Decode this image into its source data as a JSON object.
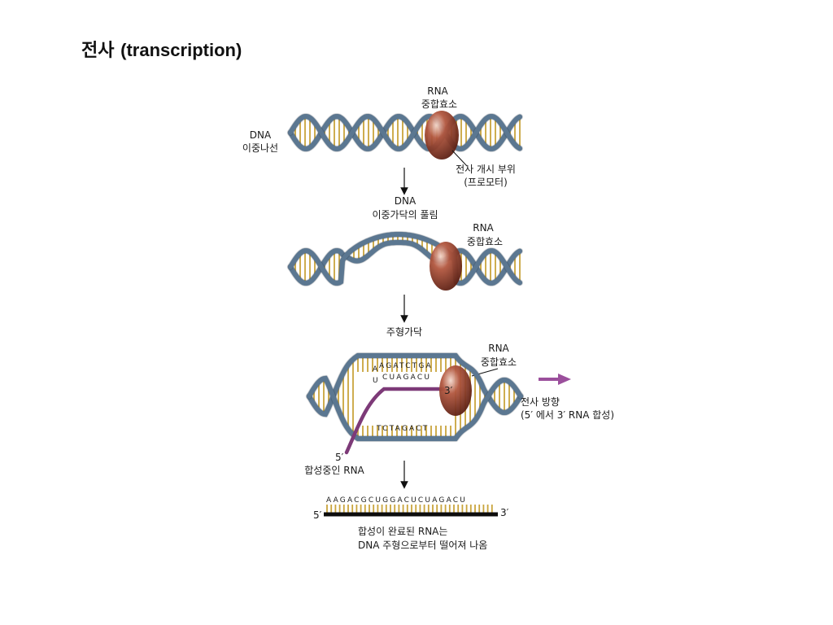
{
  "title": {
    "ko": "전사",
    "en": "(transcription)"
  },
  "step1": {
    "polymerase": [
      "RNA",
      "중합효소"
    ],
    "dna": [
      "DNA",
      "이중나선"
    ],
    "promoter": [
      "전사 개시 부위",
      "(프로모터)"
    ]
  },
  "step2": {
    "unwinding": [
      "DNA",
      "이중가닥의 풀림"
    ],
    "polymerase": [
      "RNA",
      "중합효소"
    ]
  },
  "step3": {
    "template": "주형가닥",
    "polymerase": [
      "RNA",
      "중합효소"
    ],
    "top_strand_seq": "AGATCTGA",
    "rna_seq": "CUAGACU",
    "side_letters": [
      "A",
      "U"
    ],
    "bottom_strand_seq": "TCTAGACT",
    "three_prime": "3′",
    "five_prime": "5′",
    "rna_label": "합성중인 RNA",
    "direction": [
      "전사 방향",
      "(5′ 에서 3′ RNA 합성)"
    ]
  },
  "step4": {
    "rna_seq": "AAGACGCUGGACUCUAGACU",
    "five_prime": "5′",
    "three_prime": "3′",
    "caption": [
      "합성이 완료된 RNA는",
      "DNA 주형으로부터 떨어져 나옴"
    ]
  },
  "colors": {
    "backbone": "#5b7791",
    "backbone_dark": "#2c3a49",
    "base": "#c9a43c",
    "polymerase": "#8c3a28",
    "rna": "#7d3a78",
    "arrow": "#9b4f9c"
  }
}
